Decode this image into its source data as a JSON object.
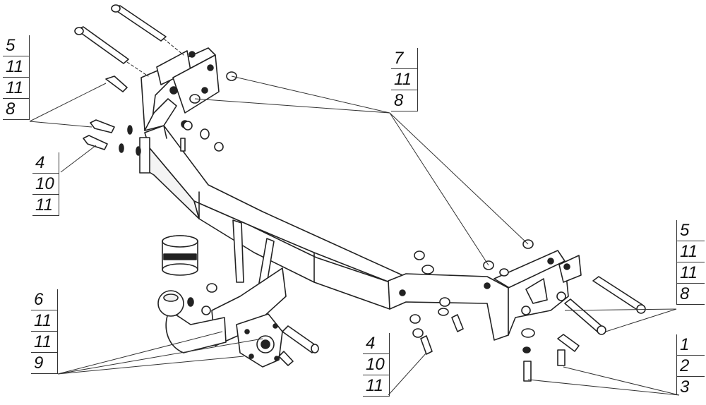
{
  "diagram": {
    "callouts": [
      {
        "id": "top-left",
        "labels": [
          "5",
          "11",
          "11",
          "8"
        ]
      },
      {
        "id": "left-mid",
        "labels": [
          "4",
          "10",
          "11"
        ]
      },
      {
        "id": "top-center",
        "labels": [
          "7",
          "11",
          "8"
        ]
      },
      {
        "id": "bottom-left",
        "labels": [
          "6",
          "11",
          "11",
          "9"
        ]
      },
      {
        "id": "bottom-center",
        "labels": [
          "4",
          "10",
          "11"
        ]
      },
      {
        "id": "right-mid",
        "labels": [
          "5",
          "11",
          "11",
          "8"
        ]
      },
      {
        "id": "bottom-right",
        "labels": [
          "1",
          "2",
          "3"
        ]
      }
    ]
  }
}
